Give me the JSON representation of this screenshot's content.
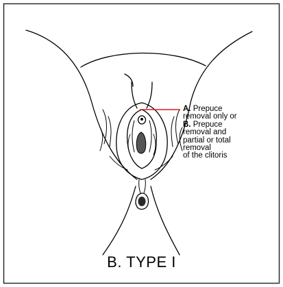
{
  "annotation": {
    "part_a_letter": "A.",
    "part_a_text": "Prepuce",
    "part_a_text2": "removal only or",
    "part_b_letter": "B.",
    "part_b_text": "Prepuce",
    "part_b_text2": "removal and",
    "part_b_text3": "partial or total",
    "part_b_text4": "removal",
    "part_b_text5": "of the clitoris"
  },
  "caption": "B. TYPE I",
  "colors": {
    "pointer_line": "#d61f1f",
    "outline": "#000000",
    "frame": "#2a2a2a",
    "background": "#ffffff"
  }
}
